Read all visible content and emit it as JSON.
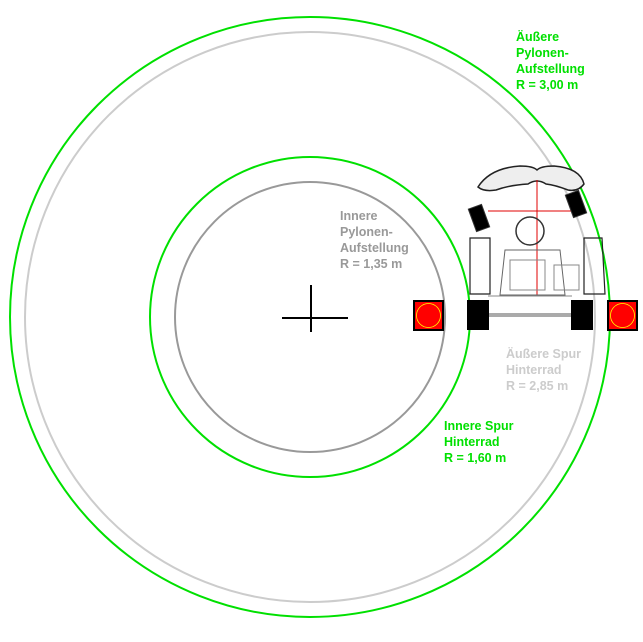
{
  "colors": {
    "green": "#00e000",
    "grey": "#999999",
    "light_grey": "#cccccc",
    "pylon": "#ff0000"
  },
  "radii_m": {
    "outer_pylons": 3.0,
    "outer_track": 2.85,
    "inner_track": 1.6,
    "inner_pylons": 1.35
  },
  "labels": {
    "outer_pylons": {
      "line1": "Äußere",
      "line2": "Pylonen-",
      "line3": "Aufstellung",
      "line4": "R = 3,00 m"
    },
    "inner_pylons": {
      "line1": "Innere",
      "line2": "Pylonen-",
      "line3": "Aufstellung",
      "line4": "R = 1,35 m"
    },
    "outer_track": {
      "line1": "Äußere Spur",
      "line2": "Hinterrad",
      "line3": "R = 2,85 m"
    },
    "inner_track": {
      "line1": "Innere Spur",
      "line2": "Hinterrad",
      "line3": "R = 1,60 m"
    }
  }
}
